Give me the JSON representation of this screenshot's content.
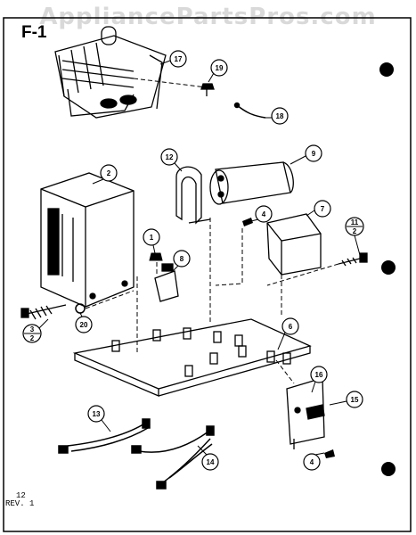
{
  "watermark": "AppliancePartsPros.com",
  "figure_label": "F-1",
  "revision": {
    "line1": "12",
    "line2": "REV. 1"
  },
  "callouts": [
    {
      "id": "callout-17",
      "text": "17"
    },
    {
      "id": "callout-19",
      "text": "19"
    },
    {
      "id": "callout-18",
      "text": "18"
    },
    {
      "id": "callout-2",
      "text": "2"
    },
    {
      "id": "callout-12",
      "text": "12"
    },
    {
      "id": "callout-9",
      "text": "9"
    },
    {
      "id": "callout-4a",
      "text": "4"
    },
    {
      "id": "callout-7",
      "text": "7"
    },
    {
      "id": "callout-1",
      "text": "1"
    },
    {
      "id": "callout-8",
      "text": "8"
    },
    {
      "id": "callout-11-2",
      "top": "11",
      "bottom": "2"
    },
    {
      "id": "callout-3-2",
      "top": "3",
      "bottom": "2"
    },
    {
      "id": "callout-20",
      "text": "20"
    },
    {
      "id": "callout-6",
      "text": "6"
    },
    {
      "id": "callout-16",
      "text": "16"
    },
    {
      "id": "callout-15",
      "text": "15"
    },
    {
      "id": "callout-13",
      "text": "13"
    },
    {
      "id": "callout-14",
      "text": "14"
    },
    {
      "id": "callout-4b",
      "text": "4"
    }
  ]
}
